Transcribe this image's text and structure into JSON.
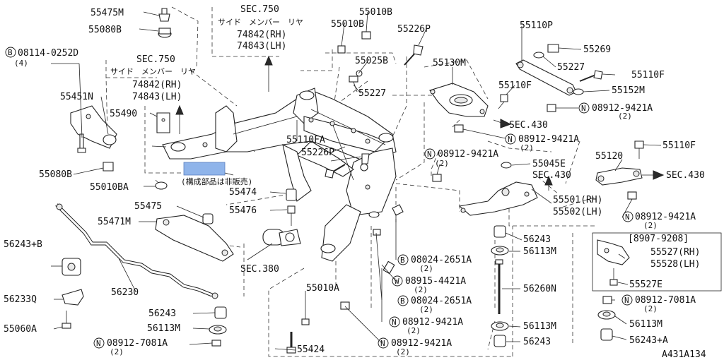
{
  "labels": {
    "p55475M": "55475M",
    "p55080B_top": "55080B",
    "p08114": "08114-0252D",
    "p08114_qty": "(4)",
    "p55451N": "55451N",
    "p55490": "55490",
    "p55080B": "55080B",
    "p55010BA": "55010BA",
    "sec750_left": "SEC.750",
    "sec750_left_jp": "サイド　メンバー　リヤ",
    "sec750_left_rh": "74842(RH)",
    "sec750_left_lh": "74843(LH)",
    "not_sold": "(構成部品は非販売)",
    "sec750_top": "SEC.750",
    "sec750_top_jp": "サイド　メンバー　リヤ",
    "sec750_top_rh": "74842(RH)",
    "sec750_top_lh": "74843(LH)",
    "p55010B_a": "55010B",
    "p55010B_b": "55010B",
    "p55226P_top": "55226P",
    "p55025B": "55025B",
    "p55227_mid": "55227",
    "p55130M": "55130M",
    "p55110P": "55110P",
    "p55269": "55269",
    "p55227_right": "55227",
    "p55110F_a": "55110F",
    "p55110F_b": "55110F",
    "p55152M": "55152M",
    "n08912_a": "08912-9421A",
    "n08912_a_qty": "(2)",
    "sec430_a": "SEC.430",
    "n08912_b": "08912-9421A",
    "n08912_b_qty": "(2)",
    "p55110FA": "55110FA",
    "p55226P_mid": "55226P",
    "n08912_c": "08912-9421A",
    "n08912_c_qty": "(2)",
    "p55110F_c": "55110F",
    "p55120": "55120",
    "sec430_c": "SEC.430",
    "p55045E": "55045E",
    "sec430_b": "SEC.430",
    "p55474": "55474",
    "p55476": "55476",
    "p55475": "55475",
    "p55471M": "55471M",
    "p55501": "55501(RH)",
    "p55502": "55502(LH)",
    "n08912_d": "08912-9421A",
    "n08912_d_qty": "(2)",
    "p56243": "56243",
    "p56113M": "56113M",
    "date_range": "[8907-9208]",
    "p55527": "55527(RH)",
    "p55528": "55528(LH)",
    "p55527E": "55527E",
    "p56243B": "56243+B",
    "sec380": "SEC.380",
    "b08024_a": "08024-2651A",
    "b08024_a_qty": "(2)",
    "w08915": "08915-4421A",
    "w08915_qty": "(2)",
    "p56260N": "56260N",
    "b08024_b": "08024-2651A",
    "b08024_b_qty": "(2)",
    "p56230": "56230",
    "p56233Q": "56233Q",
    "p55010A": "55010A",
    "p56243_low": "56243",
    "p56113M_low": "56113M",
    "n08912_e": "08912-9421A",
    "n08912_e_qty": "(2)",
    "p56113M_mid": "56113M",
    "n08912_r": "08912-7081A",
    "n08912_r_qty": "(2)",
    "p56113M_right": "56113M",
    "p55060A": "55060A",
    "n08912_f": "08912-7081A",
    "n08912_f_qty": "(2)",
    "p55424": "55424",
    "n08912_g": "08912-9421A",
    "n08912_g_qty": "(2)",
    "p56243_bot": "56243",
    "p56243A": "56243+A",
    "diagram_id": "A431A134"
  },
  "symbols": {
    "bolt": "B",
    "nut": "N",
    "washer": "W"
  },
  "highlight_color": "#8fb4ea"
}
